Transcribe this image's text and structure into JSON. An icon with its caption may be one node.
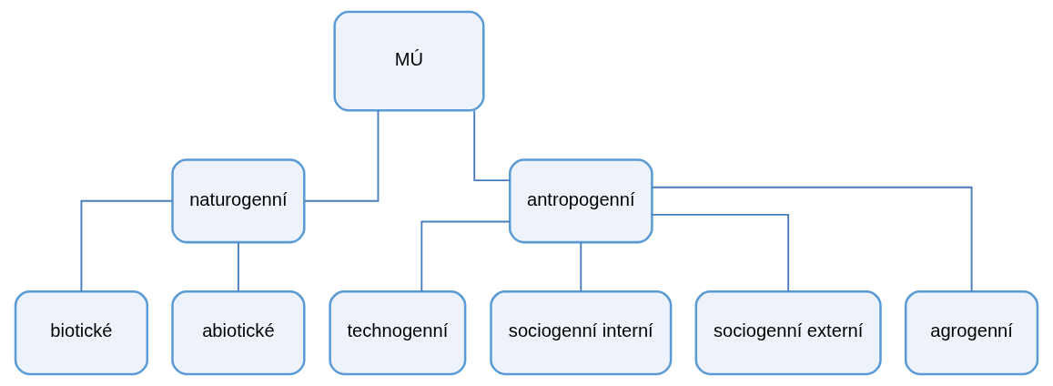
{
  "diagram": {
    "nodes": [
      {
        "text": [
          "MÚ"
        ]
      },
      {
        "text": [
          "naturogenní"
        ]
      },
      {
        "text": [
          "antropogenní"
        ]
      },
      {
        "text": [
          "biotické"
        ]
      },
      {
        "text": [
          "abiotické"
        ]
      },
      {
        "text": [
          "technogenní"
        ]
      },
      {
        "text": [
          "sociogenní interní"
        ]
      },
      {
        "text": [
          "sociogenní externí"
        ]
      },
      {
        "text": [
          "agrogenní"
        ]
      }
    ],
    "edges": [
      {
        "from": 0,
        "to": 1,
        "arrow": "none"
      },
      {
        "from": 0,
        "to": 2,
        "arrow": "none"
      },
      {
        "from": 1,
        "to": 3,
        "arrow": "none"
      },
      {
        "from": 1,
        "to": 4,
        "arrow": "none"
      },
      {
        "from": 2,
        "to": 5,
        "arrow": "none"
      },
      {
        "from": 2,
        "to": 6,
        "arrow": "none"
      },
      {
        "from": 2,
        "to": 7,
        "arrow": "none"
      },
      {
        "from": 2,
        "to": 8,
        "arrow": "none"
      }
    ]
  }
}
